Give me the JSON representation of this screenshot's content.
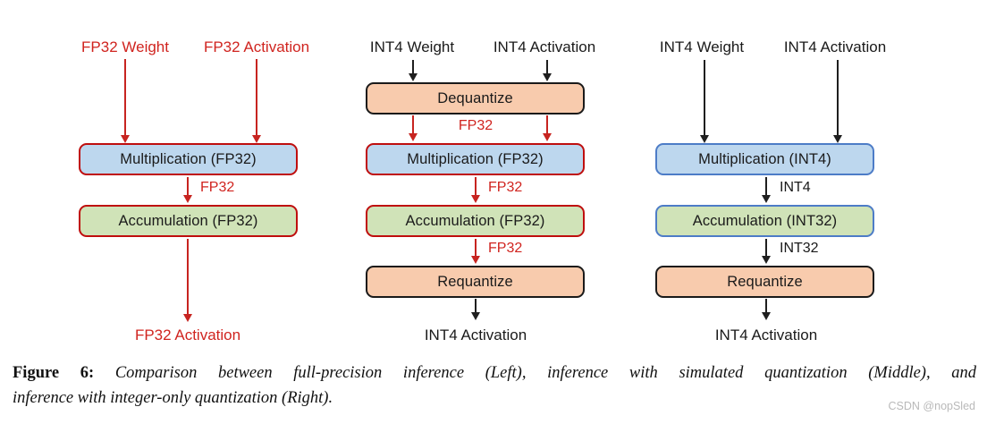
{
  "figure": {
    "caption": {
      "prefix": "Figure 6:",
      "line1": "Comparison between full-precision inference (Left), inference with simulated quantization (Middle), and",
      "line2": "inference with integer-only quantization (Right)."
    },
    "watermark": "CSDN @nopSled"
  },
  "colors": {
    "red_text": "#d0241f",
    "red_arrow": "#c72420",
    "red_border": "#bf0e0e",
    "black_arrow": "#1f1f1f",
    "black_border": "#1a1a1a",
    "blue_border": "#4d7cc7",
    "blue_fill": "#bdd7ee",
    "green_fill": "#d0e3b8",
    "orange_fill": "#f8cbad"
  },
  "columns": [
    {
      "name": "full-precision inference (Left)",
      "inputs": [
        "FP32 Weight",
        "FP32 Activation"
      ],
      "boxes": [
        {
          "label": "Multiplication (FP32)"
        },
        {
          "label": "Accumulation (FP32)"
        }
      ],
      "edge_labels": [
        "FP32"
      ],
      "output": "FP32 Activation"
    },
    {
      "name": "inference with simulated quantization (Middle)",
      "inputs": [
        "INT4 Weight",
        "INT4 Activation"
      ],
      "boxes": [
        {
          "label": "Dequantize"
        },
        {
          "label": "Multiplication (FP32)"
        },
        {
          "label": "Accumulation (FP32)"
        },
        {
          "label": "Requantize"
        }
      ],
      "edge_labels": [
        "FP32",
        "FP32",
        "FP32"
      ],
      "output": "INT4 Activation"
    },
    {
      "name": "inference with integer-only quantization (Right)",
      "inputs": [
        "INT4 Weight",
        "INT4 Activation"
      ],
      "boxes": [
        {
          "label": "Multiplication (INT4)"
        },
        {
          "label": "Accumulation (INT32)"
        },
        {
          "label": "Requantize"
        }
      ],
      "edge_labels": [
        "INT4",
        "INT32"
      ],
      "output": "INT4 Activation"
    }
  ]
}
